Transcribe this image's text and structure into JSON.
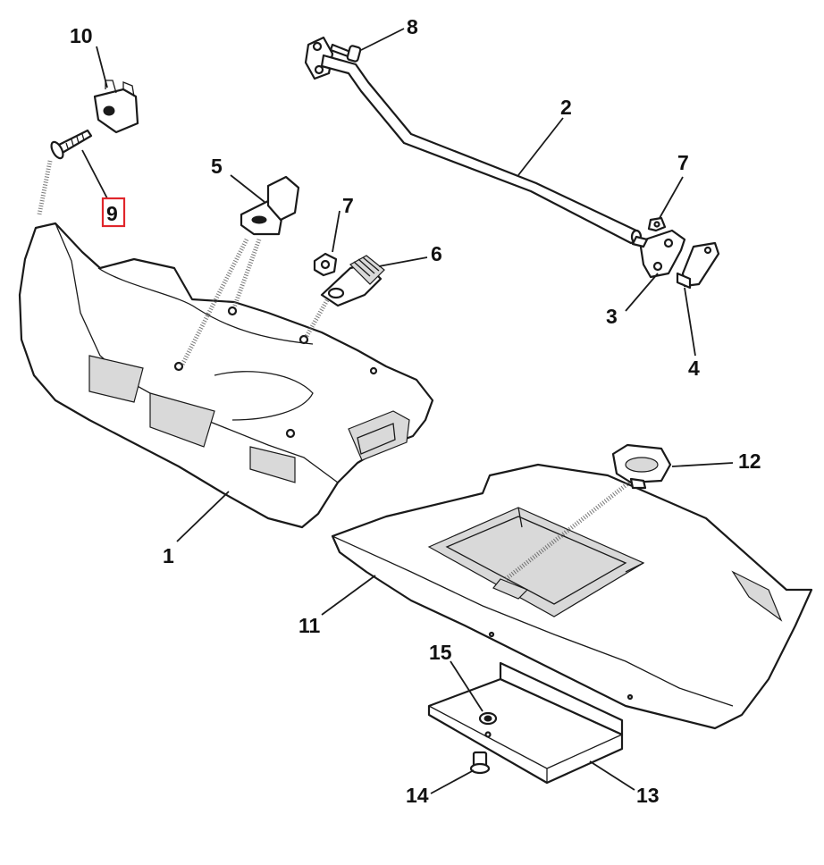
{
  "callouts": [
    {
      "id": "c10",
      "label": "10"
    },
    {
      "id": "c9",
      "label": "9",
      "highlighted": true
    },
    {
      "id": "c8",
      "label": "8"
    },
    {
      "id": "c2",
      "label": "2"
    },
    {
      "id": "c5",
      "label": "5"
    },
    {
      "id": "c7a",
      "label": "7"
    },
    {
      "id": "c7b",
      "label": "7"
    },
    {
      "id": "c6",
      "label": "6"
    },
    {
      "id": "c3",
      "label": "3"
    },
    {
      "id": "c4",
      "label": "4"
    },
    {
      "id": "c12",
      "label": "12"
    },
    {
      "id": "c1",
      "label": "1"
    },
    {
      "id": "c11",
      "label": "11"
    },
    {
      "id": "c15",
      "label": "15"
    },
    {
      "id": "c14",
      "label": "14"
    },
    {
      "id": "c13",
      "label": "13"
    }
  ],
  "colors": {
    "line": "#1a1a1a",
    "highlight": "#e0262b",
    "background": "#ffffff"
  }
}
